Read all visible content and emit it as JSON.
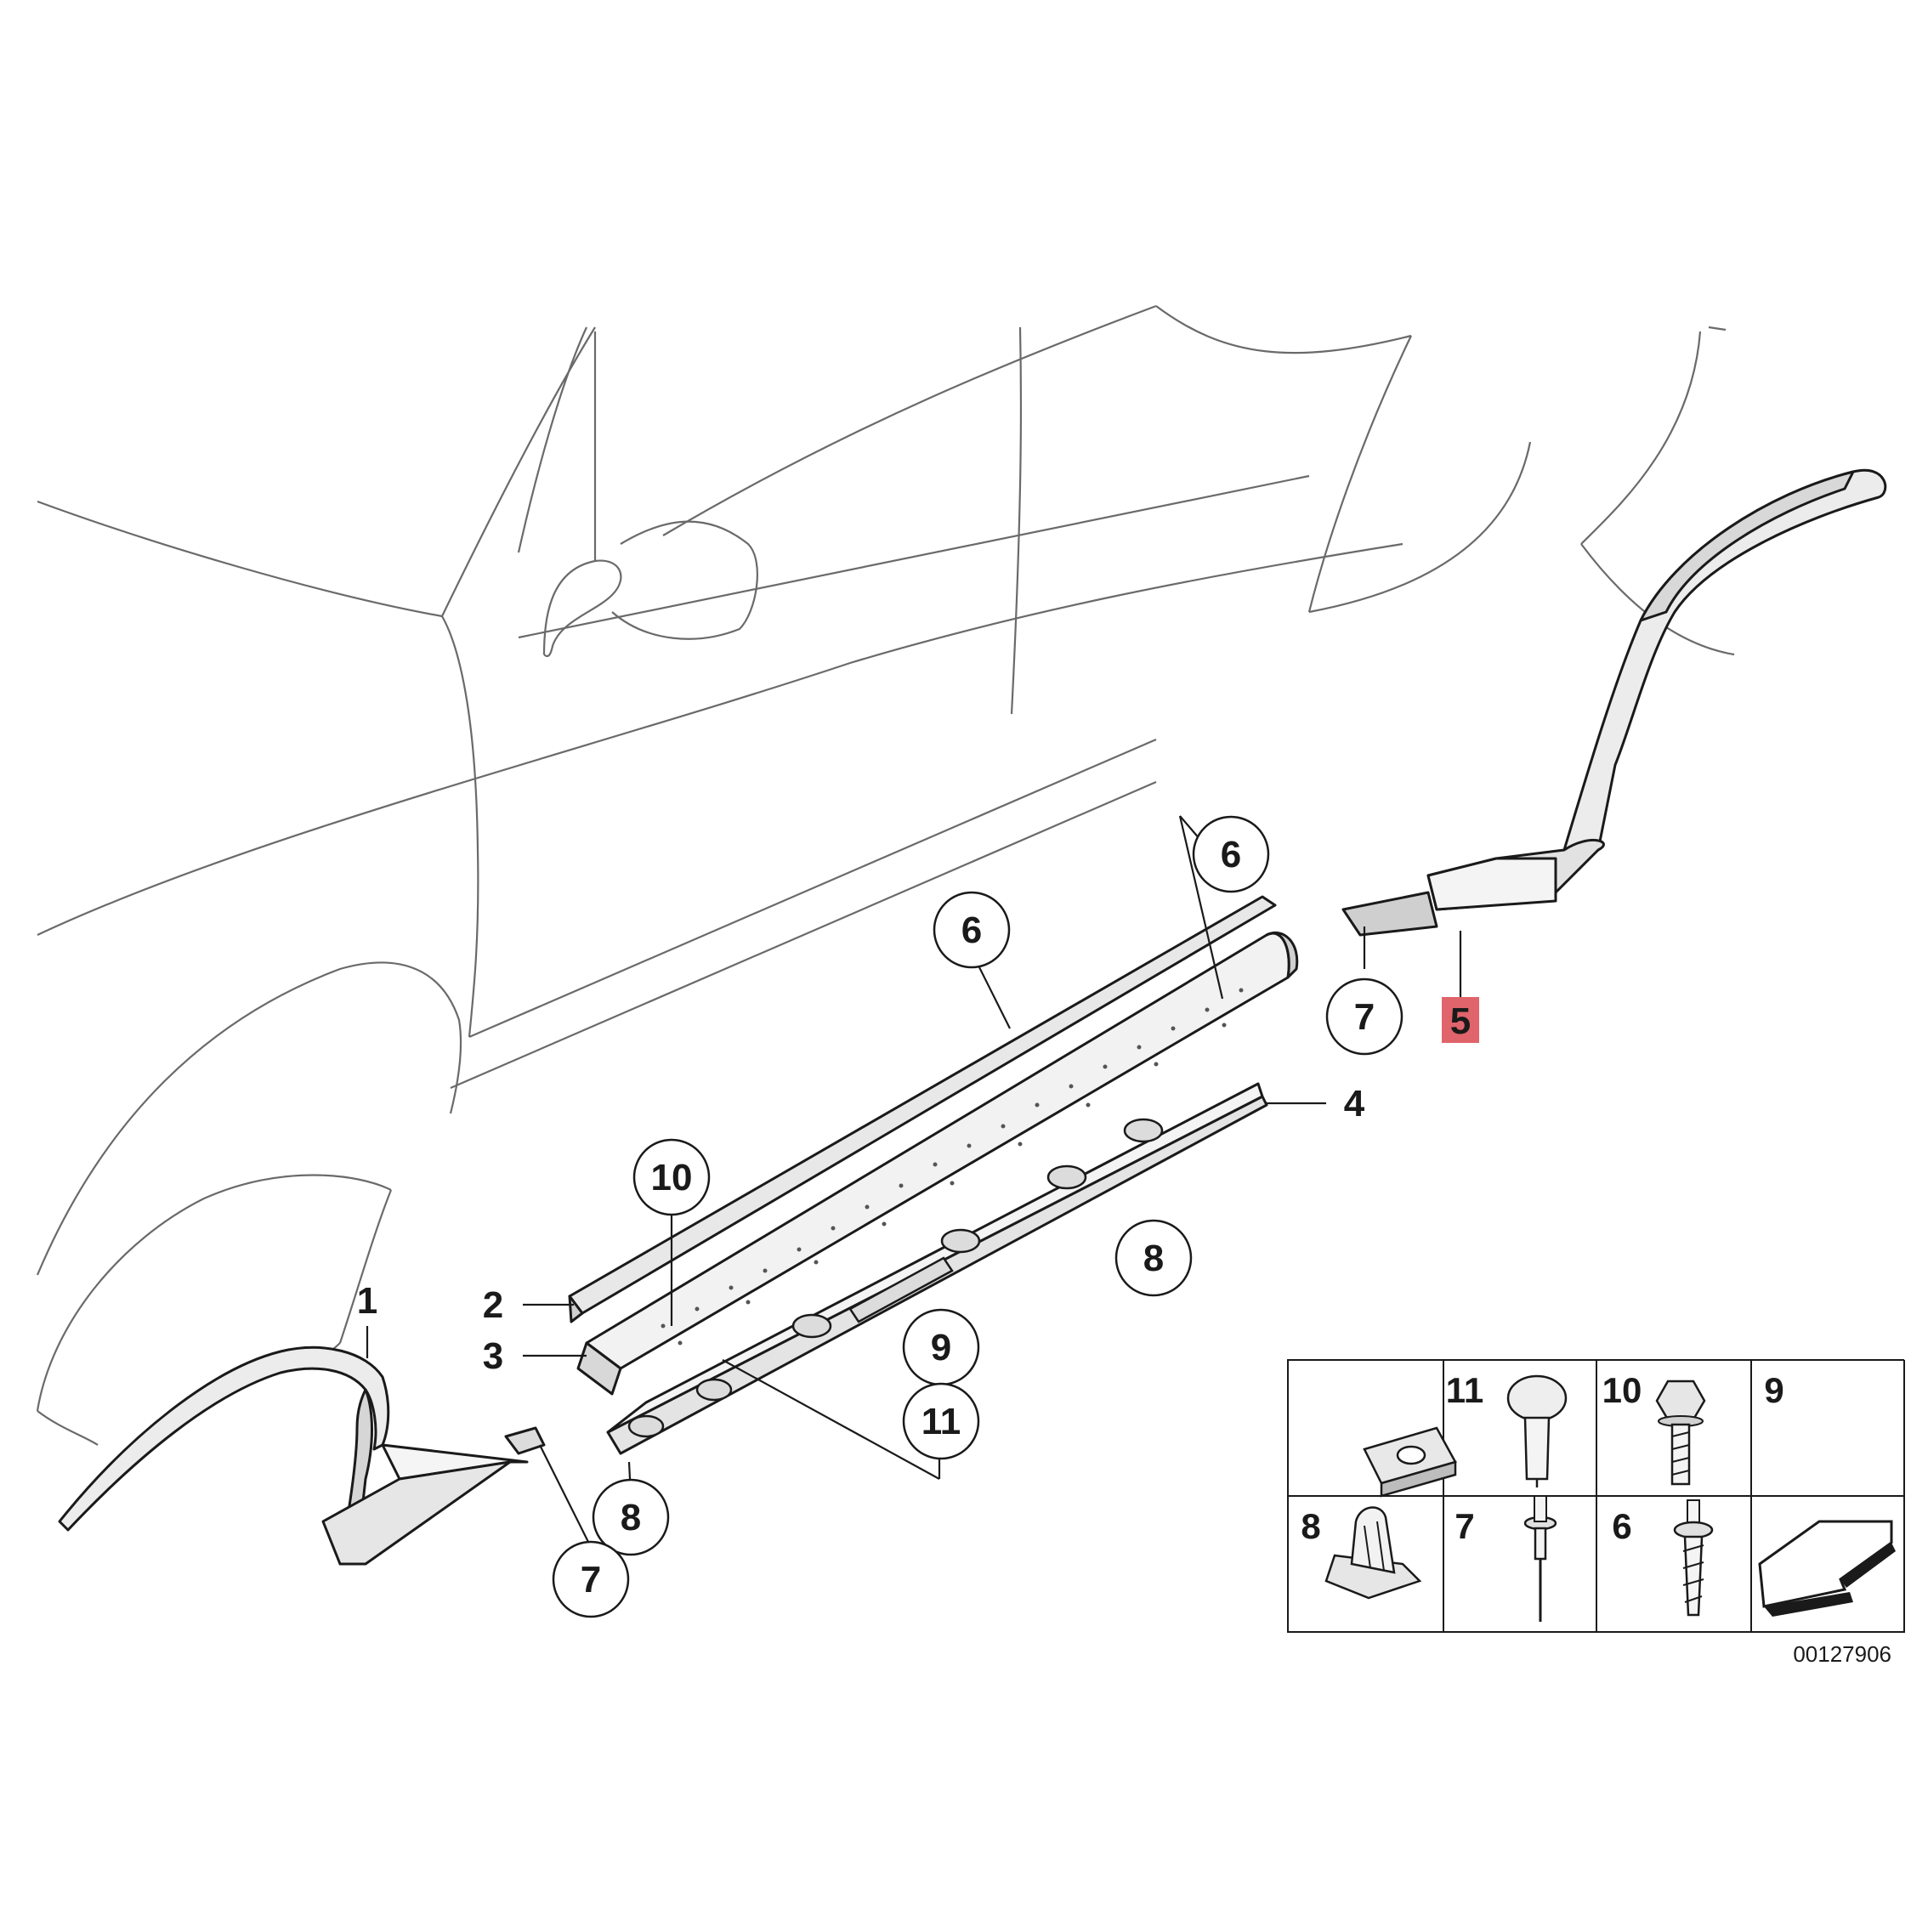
{
  "diagram": {
    "id_code": "00127906",
    "highlight_color": "#e0646b",
    "callouts": [
      {
        "label": "6"
      },
      {
        "label": "6"
      },
      {
        "label": "7"
      },
      {
        "label": "10"
      },
      {
        "label": "8"
      },
      {
        "label": "9"
      },
      {
        "label": "11"
      },
      {
        "label": "8"
      },
      {
        "label": "7"
      }
    ],
    "plain_labels": [
      {
        "label": "1"
      },
      {
        "label": "2"
      },
      {
        "label": "3"
      },
      {
        "label": "4"
      }
    ],
    "highlighted_label": "5",
    "legend": [
      {
        "number": "11",
        "part_icon": "clip-nut-icon"
      },
      {
        "number": "10",
        "part_icon": "expansion-rivet-icon"
      },
      {
        "number": "9",
        "part_icon": "hex-bolt-icon"
      },
      {
        "number": "8",
        "part_icon": "mounting-clip-icon"
      },
      {
        "number": "7",
        "part_icon": "blind-rivet-icon"
      },
      {
        "number": "6",
        "part_icon": "screw-icon"
      },
      {
        "number": "",
        "part_icon": "left-side-arrow-icon"
      }
    ]
  }
}
